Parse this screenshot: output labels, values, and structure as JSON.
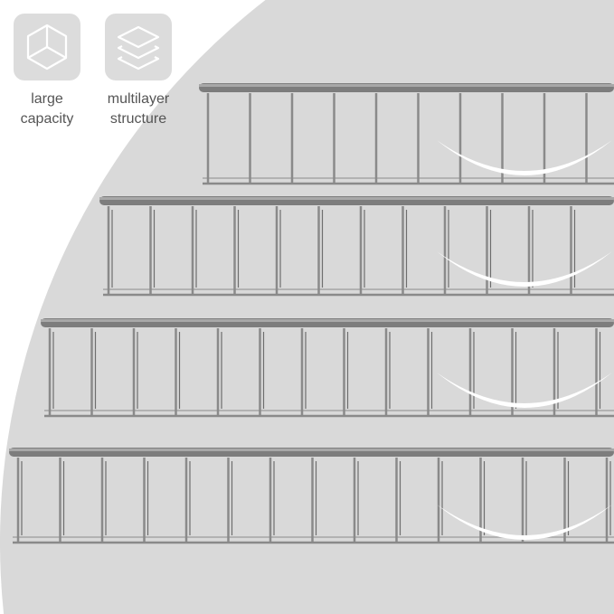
{
  "features": [
    {
      "icon": "cube-icon",
      "label_line1": "large",
      "label_line2": "capacity"
    },
    {
      "icon": "layers-icon",
      "label_line1": "multilayer",
      "label_line2": "structure"
    }
  ],
  "colors": {
    "background_circle": "#d9d9d9",
    "wire": "#8a8a8a",
    "bar": "#7d7d7d",
    "tile": "#dcdcdc",
    "text": "#555555",
    "arc": "#ffffff"
  },
  "rack": {
    "tiers": 4
  }
}
